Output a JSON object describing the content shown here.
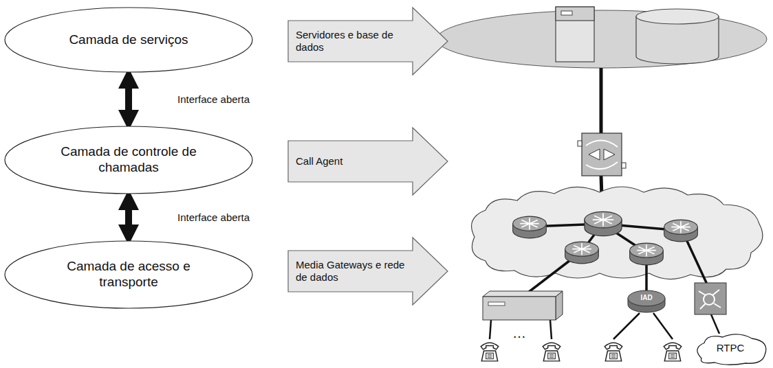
{
  "diagram": {
    "nodes": [
      {
        "text": [
          "Camada de serviços"
        ]
      },
      {
        "text": [
          "Camada de controle de chamadas"
        ]
      },
      {
        "text": [
          "Camada de acesso e transporte"
        ]
      },
      {
        "text": [
          "Servidores e base de dados"
        ]
      },
      {
        "text": [
          "Call Agent"
        ]
      },
      {
        "text": [
          "Media Gateways e rede de dados"
        ]
      },
      {
        "text": [
          "IAD"
        ]
      },
      {
        "text": [
          "RTPC"
        ]
      }
    ],
    "edges": [
      {
        "from": 0,
        "to": 1,
        "arrow": "both",
        "label": "Interface aberta"
      },
      {
        "from": 1,
        "to": 2,
        "arrow": "both",
        "label": "Interface aberta"
      }
    ],
    "labels": [
      "…"
    ]
  }
}
